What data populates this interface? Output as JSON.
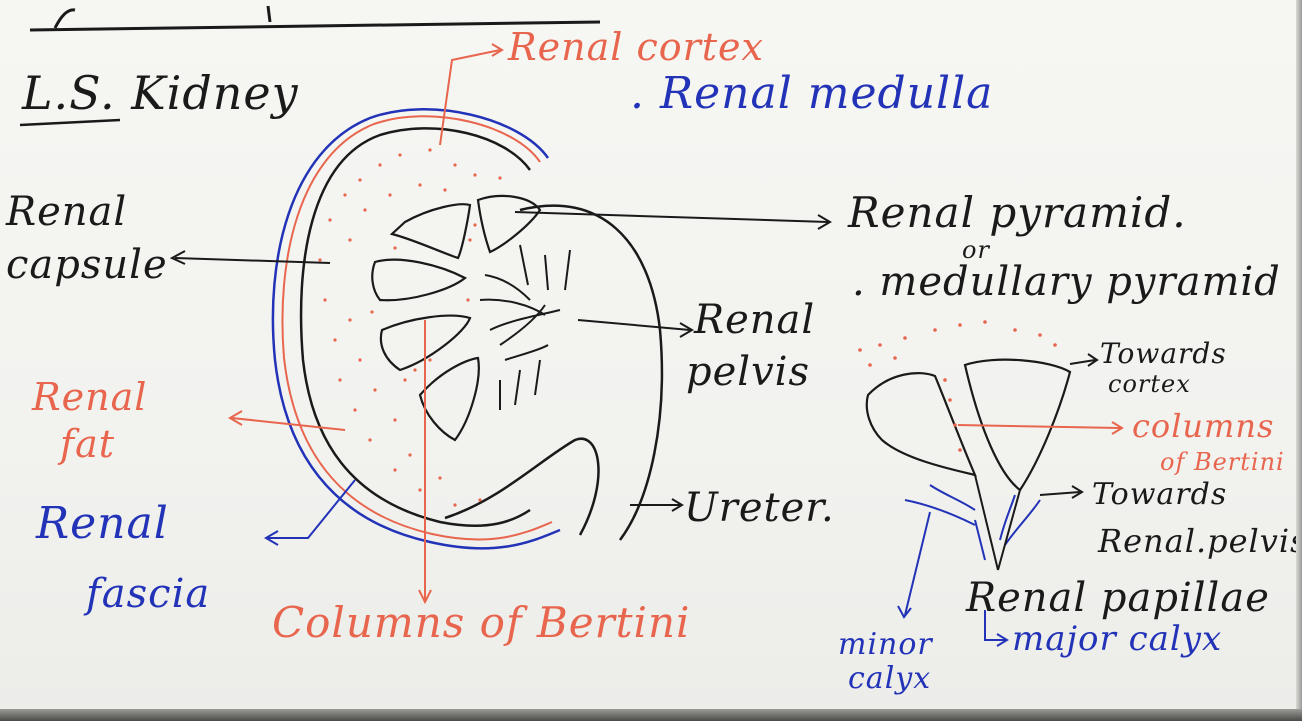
{
  "colors": {
    "ink_black": "#1a1a1a",
    "ink_red": "#e8654e",
    "ink_blue": "#2233b8",
    "board": "#f3f3f0"
  },
  "labels": {
    "title": "L.S. Kidney",
    "renal_cortex": "Renal cortex",
    "renal_medulla": ". Renal medulla",
    "renal_capsule_1": "Renal",
    "renal_capsule_2": "capsule",
    "renal_fat_1": "Renal",
    "renal_fat_2": "fat",
    "renal_fascia_1": "Renal",
    "renal_fascia_2": "fascia",
    "columns_of_bertini": "Columns of Bertini",
    "renal_pyramid": "Renal pyramid.",
    "or": "or",
    "medullary_pyramid": ". medullary pyramid",
    "renal_pelvis_1": "Renal",
    "renal_pelvis_2": "pelvis",
    "ureter": "Ureter.",
    "towards_cortex_1": "Towards",
    "towards_cortex_2": "cortex",
    "columns_right_1": "columns",
    "columns_right_2": "of Bertini",
    "towards_pelvis_1": "Towards",
    "towards_pelvis_2": "Renal.pelvis",
    "renal_papillae": "Renal papillae",
    "minor_calyx_1": "minor",
    "minor_calyx_2": "calyx",
    "major_calyx": "major calyx"
  }
}
